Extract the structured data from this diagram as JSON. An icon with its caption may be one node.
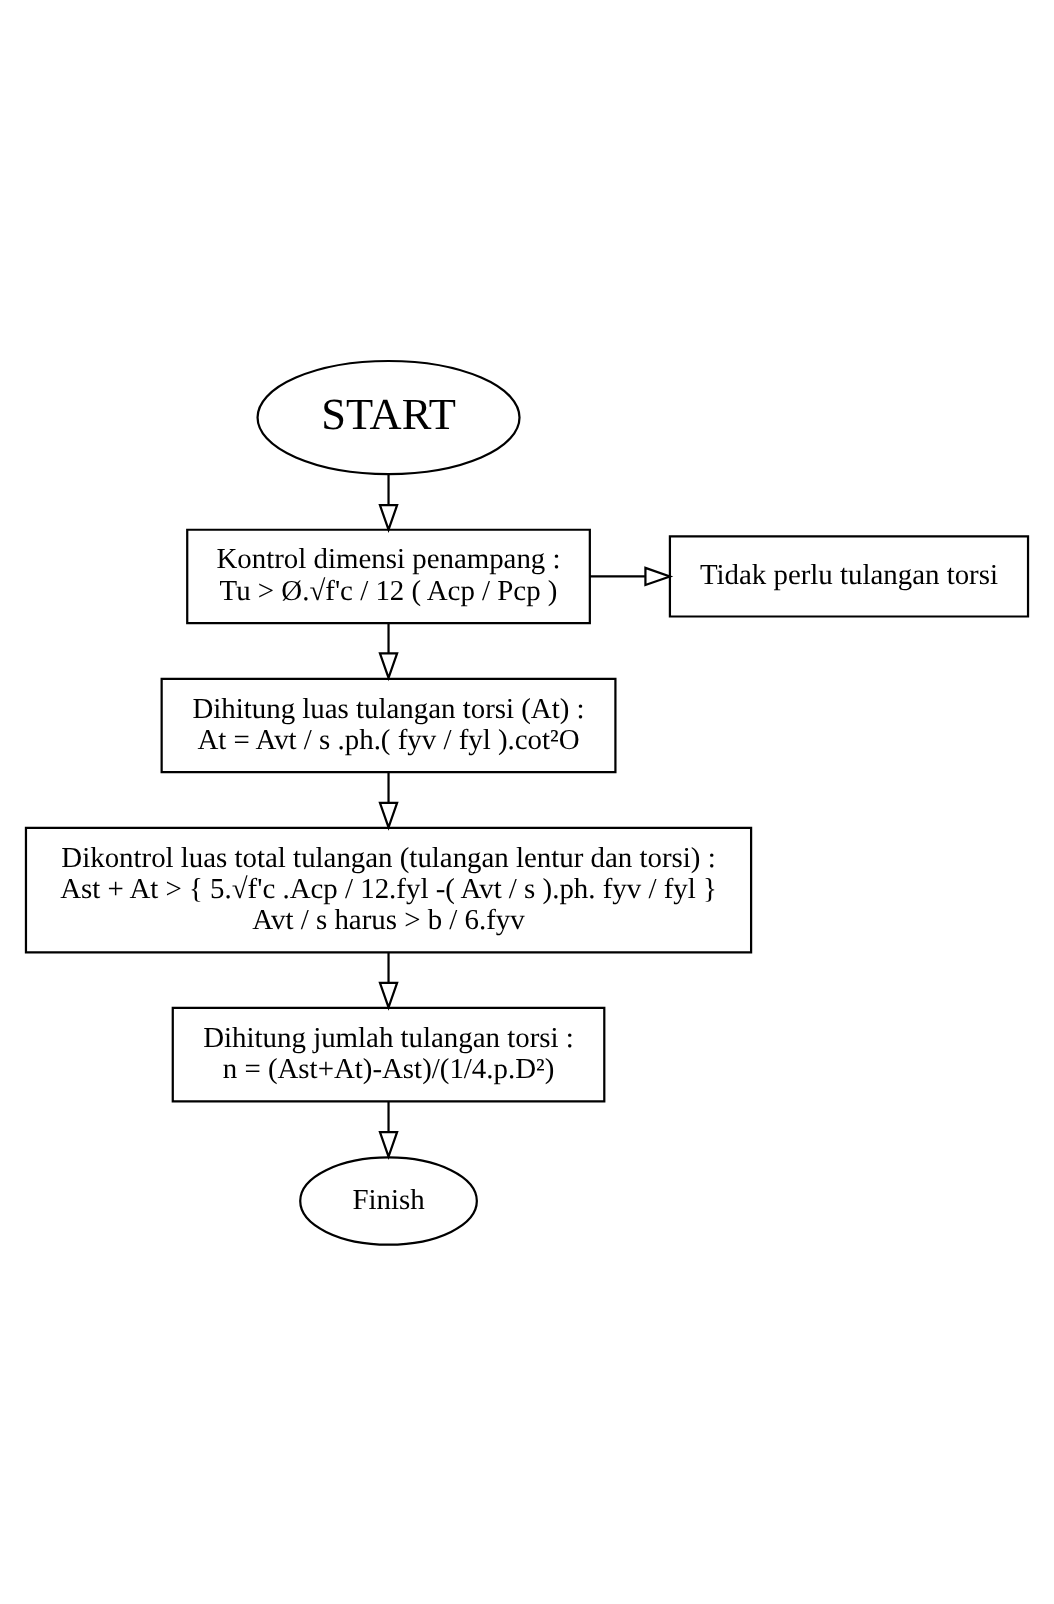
{
  "diagram": {
    "nodes": [
      {
        "text": [
          "START"
        ]
      },
      {
        "text": [
          "Kontrol dimensi penampang :",
          "Tu > Ø.√f'c / 12 ( Acp / Pcp )"
        ]
      },
      {
        "text": [
          "Tidak perlu tulangan torsi"
        ]
      },
      {
        "text": [
          "Dihitung luas tulangan torsi (At) :",
          "At = Avt / s .ph.( fyv / fyl ).cot²O"
        ]
      },
      {
        "text": [
          "Dikontrol luas total tulangan (tulangan lentur dan torsi) :",
          "Ast + At > { 5.√f'c .Acp / 12.fyl -( Avt / s ).ph. fyv / fyl }",
          "Avt / s harus > b / 6.fyv"
        ]
      },
      {
        "text": [
          "Dihitung jumlah tulangan torsi :",
          "n = (Ast+At)-Ast)/(1/4.p.D²)"
        ]
      },
      {
        "text": [
          "Finish"
        ]
      }
    ],
    "edges": [
      {
        "from": 0,
        "to": 1,
        "arrow": "to"
      },
      {
        "from": 1,
        "to": 2,
        "arrow": "to"
      },
      {
        "from": 1,
        "to": 3,
        "arrow": "to"
      },
      {
        "from": 3,
        "to": 4,
        "arrow": "to"
      },
      {
        "from": 4,
        "to": 5,
        "arrow": "to"
      },
      {
        "from": 5,
        "to": 6,
        "arrow": "to"
      }
    ]
  }
}
